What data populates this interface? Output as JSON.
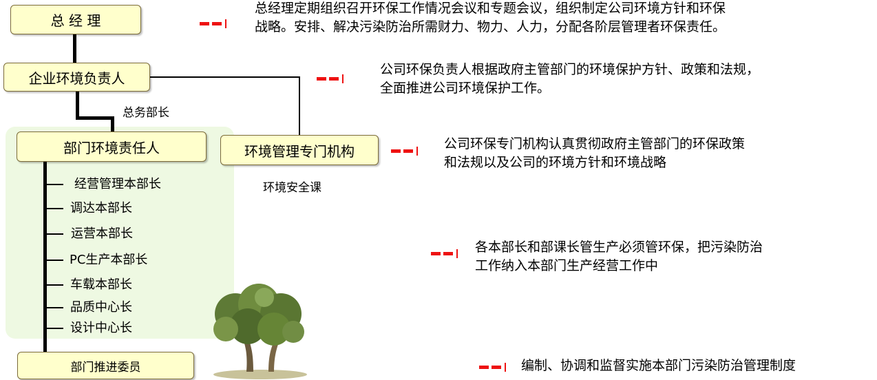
{
  "boxes": {
    "gm": "总 经 理",
    "env_head": "企业环境负责人",
    "dept_head": "部门环境责任人",
    "env_org": "环境管理专门机构",
    "promoter": "部门推进委员"
  },
  "labels": {
    "general_affairs": "总务部长",
    "safety_section": "环境安全课"
  },
  "departments": [
    "经营管理本部长",
    "调达本部长",
    "运营本部长",
    "PC生产本部长",
    "车载本部长",
    "品质中心长",
    "设计中心长"
  ],
  "notes": {
    "n1_line1": "总经理定期组织召开环保工作情况会议和专题会议，组织制定公司环境方针和环保",
    "n1_line2": "战略。安排、解决污染防治所需财力、物力、人力，分配各阶层管理者环保责任。",
    "n2_line1": "公司环保负责人根据政府主管部门的环境保护方针、政策和法规，",
    "n2_line2": "全面推进公司环境保护工作。",
    "n3_line1": "公司环保专门机构认真贯彻政府主管部门的环保政策",
    "n3_line2": "和法规以及公司的环境方针和环境战略",
    "n4_line1": "各本部长和部课长管生产必须管环保，把污染防治",
    "n4_line2": "工作纳入本部门生产经营工作中",
    "n5": "编制、协调和监督实施本部门污染防治管理制度"
  },
  "colors": {
    "box_fill": "#ffffcc",
    "panel_fill": "#eef9e2",
    "dash_red": "#ee1111"
  }
}
